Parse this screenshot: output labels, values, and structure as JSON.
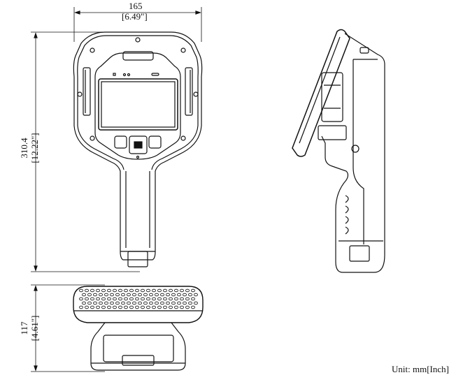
{
  "dimensions": {
    "width": {
      "mm": "165",
      "inch": "[6.49\"]"
    },
    "height": {
      "mm": "310.4",
      "inch": "[12.22\"]"
    },
    "depth": {
      "mm": "117",
      "inch": "[4.61\"]"
    }
  },
  "unit_label": "Unit: mm[Inch]",
  "views": [
    "front-view",
    "side-view",
    "bottom-view"
  ]
}
